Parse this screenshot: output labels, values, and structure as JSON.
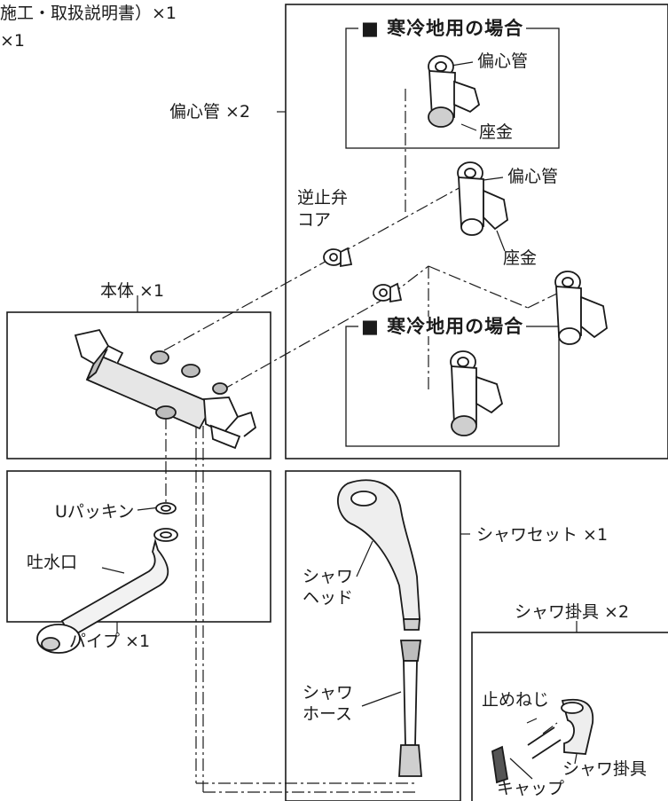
{
  "header": {
    "line1": "施工・取扱説明書）×1",
    "line2": "×1"
  },
  "fittings": {
    "group_label": "偏心管 ×2",
    "coldzone_top": "■ 寒冷地用の場合",
    "coldzone_bottom": "■ 寒冷地用の場合",
    "eccentric_a": "偏心管",
    "washer_a": "座金",
    "eccentric_b": "偏心管",
    "washer_b": "座金",
    "check_valve_line1": "逆止弁",
    "check_valve_line2": "コア"
  },
  "body": {
    "label": "本体 ×1"
  },
  "pipe": {
    "u_packing": "Uパッキン",
    "spout": "吐水口",
    "label": "パイプ ×1"
  },
  "shower_set": {
    "label": "シャワセット ×1",
    "head_line1": "シャワ",
    "head_line2": "ヘッド",
    "hose_line1": "シャワ",
    "hose_line2": "ホース"
  },
  "holder": {
    "label": "シャワ掛具 ×2",
    "screw": "止めねじ",
    "holder": "シャワ掛具",
    "cap": "キャップ"
  }
}
